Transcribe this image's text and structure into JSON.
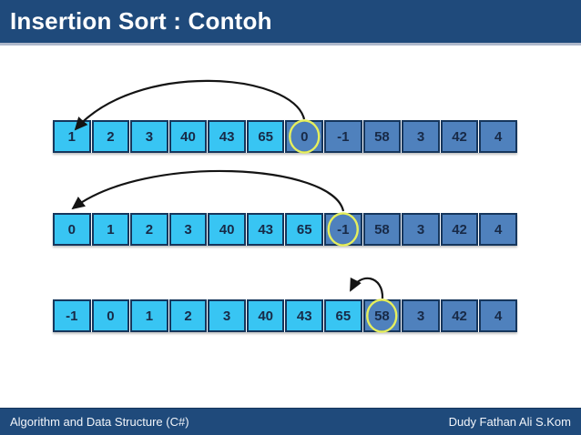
{
  "header": {
    "title": "Insertion Sort : Contoh"
  },
  "arrays": {
    "rows": [
      {
        "values": [
          "1",
          "2",
          "3",
          "40",
          "43",
          "65",
          "0",
          "-1",
          "58",
          "3",
          "42",
          "4"
        ],
        "sorted_count": 6,
        "circled_index": 6
      },
      {
        "values": [
          "0",
          "1",
          "2",
          "3",
          "40",
          "43",
          "65",
          "-1",
          "58",
          "3",
          "42",
          "4"
        ],
        "sorted_count": 7,
        "circled_index": 7
      },
      {
        "values": [
          "-1",
          "0",
          "1",
          "2",
          "3",
          "40",
          "43",
          "65",
          "58",
          "3",
          "42",
          "4"
        ],
        "sorted_count": 8,
        "circled_index": 8
      }
    ]
  },
  "footer": {
    "left": "Algorithm and Data Structure (C#)",
    "right": "Dudy Fathan Ali S.Kom"
  },
  "colors": {
    "header_bg": "#1F4A7B",
    "separator": "#AEB8CB",
    "sorted_cell": "#38C5F3",
    "unsorted_cell": "#4F81BD",
    "cell_border": "#16365C",
    "cell_text": "#182A47",
    "highlight": "#E6EF5D",
    "arrow": "#141414"
  }
}
